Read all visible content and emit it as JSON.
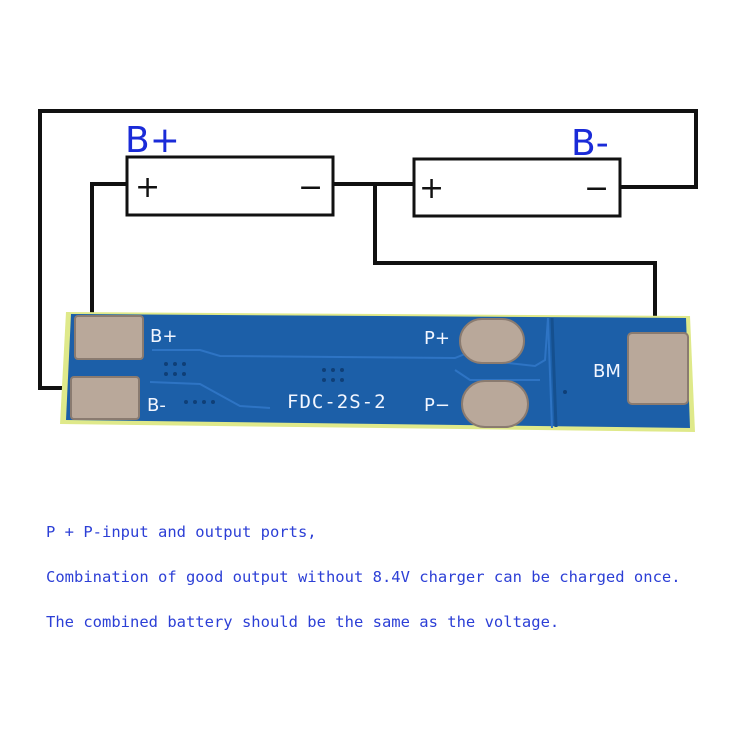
{
  "diagram": {
    "battery_left_label": "B+",
    "battery_right_label": "B-",
    "battery_left": {
      "plus": "+",
      "minus": "−"
    },
    "battery_right": {
      "plus": "+",
      "minus": "−"
    },
    "board": {
      "pad_bplus": "B+",
      "pad_bminus": "B-",
      "pad_pplus": "P+",
      "pad_pminus": "P−",
      "pad_bm": "BM",
      "model": "FDC-2S-2",
      "colors": {
        "pcb": "#1c5fa8",
        "pad": "#b9a89a",
        "edge": "#dfe98a"
      }
    },
    "wire_color": "#111111"
  },
  "notes": [
    "P + P-input and output ports,",
    "Combination of good output without 8.4V charger can be charged once.",
    "The combined battery should be the same as the voltage."
  ]
}
